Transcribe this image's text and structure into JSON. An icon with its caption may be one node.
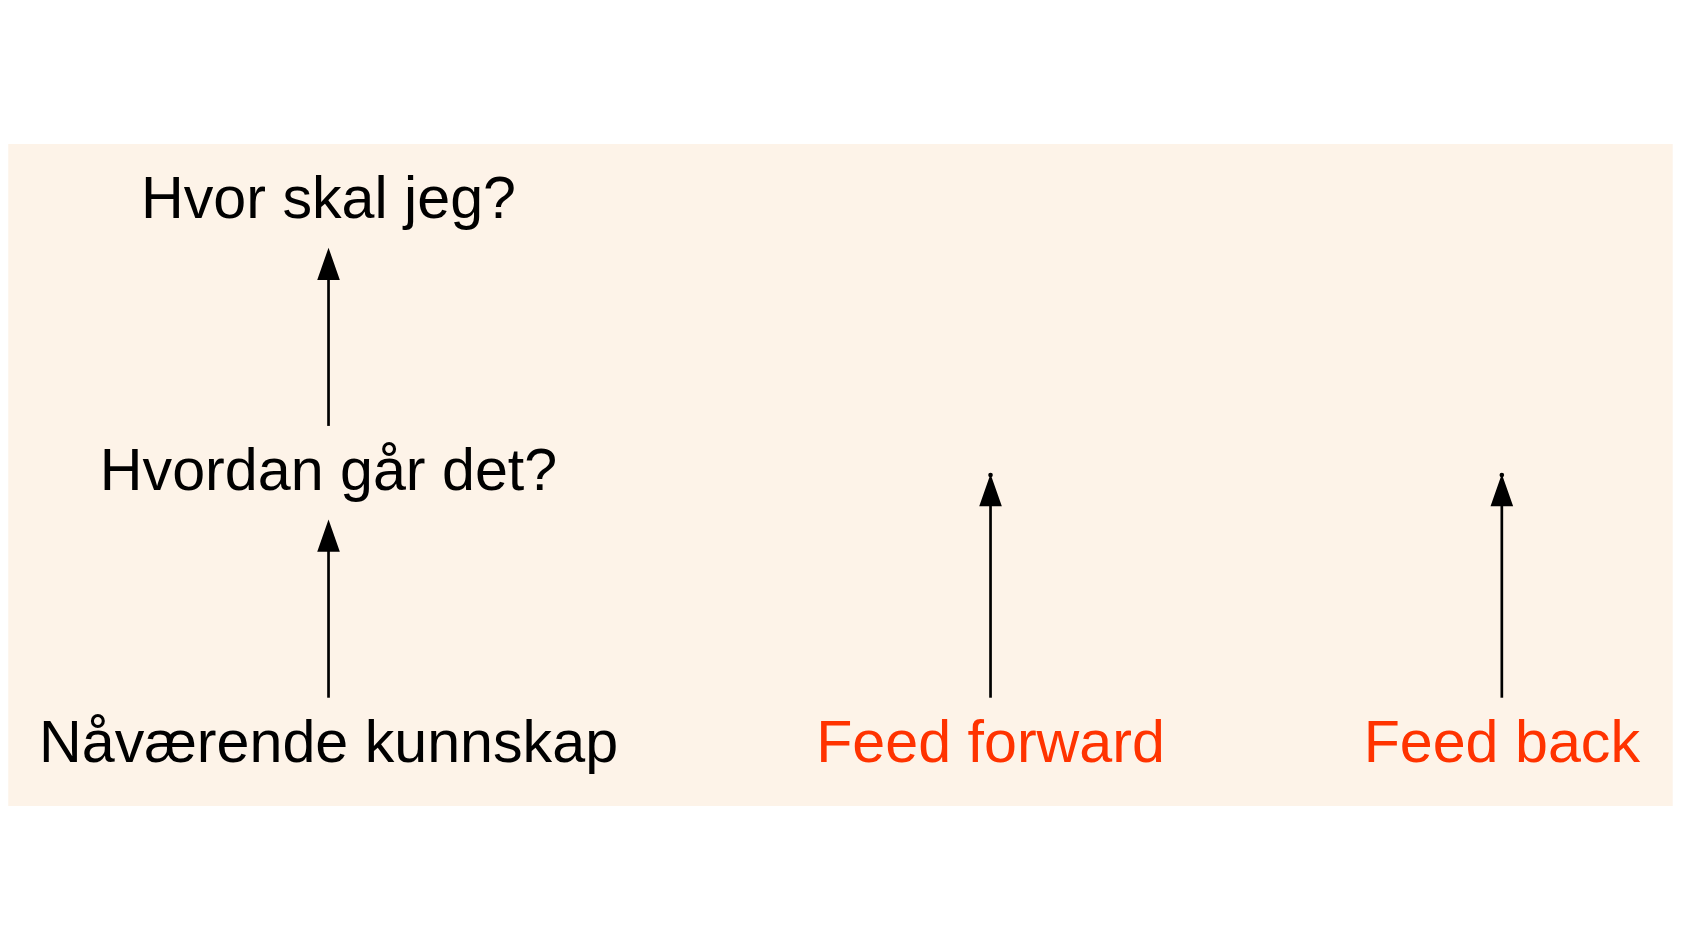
{
  "diagram": {
    "nodes": [
      {
        "text": [
          "Hvor skal jeg?"
        ]
      },
      {
        "text": [
          "Feed forward"
        ]
      },
      {
        "text": [
          "Hvordan går det?"
        ]
      },
      {
        "text": [
          "Feed back"
        ]
      },
      {
        "text": [
          "Nåværende kunnskap"
        ]
      }
    ],
    "edges": [
      {
        "from": 4,
        "to": 2,
        "arrow": "to"
      },
      {
        "from": 2,
        "to": 0,
        "arrow": "to"
      },
      {
        "from": 1,
        "to": null,
        "arrow": "to"
      },
      {
        "from": 3,
        "to": null,
        "arrow": "to"
      }
    ]
  }
}
